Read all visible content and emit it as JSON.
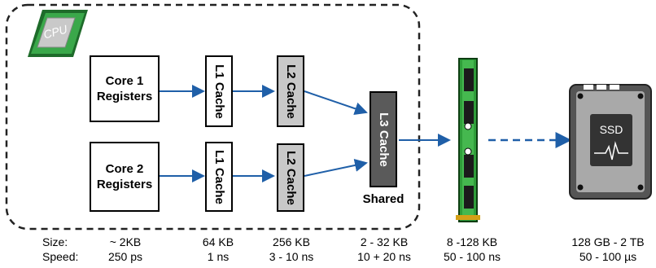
{
  "cpu_label": "CPU",
  "core1": {
    "line1": "Core 1",
    "line2": "Registers"
  },
  "core2": {
    "line1": "Core 2",
    "line2": "Registers"
  },
  "l1_label": "L1 Cache",
  "l2_label": "L2 Cache",
  "l3_label": "L3 Cache",
  "shared_label": "Shared",
  "ssd_label": "SSD",
  "row_labels": {
    "size": "Size:",
    "speed": "Speed:"
  },
  "columns": [
    {
      "size": "~ 2KB",
      "speed": "250 ps"
    },
    {
      "size": "64 KB",
      "speed": "1 ns"
    },
    {
      "size": "256 KB",
      "speed": "3 - 10 ns"
    },
    {
      "size": "2 - 32 KB",
      "speed": "10 + 20 ns"
    },
    {
      "size": "8 -128 KB",
      "speed": "50 - 100 ns"
    },
    {
      "size": "128 GB - 2 TB",
      "speed": "50 - 100 µs"
    }
  ],
  "colors": {
    "arrow": "#1f5fa8",
    "chip_green": "#2f9e3a",
    "l3_fill": "#5a5a5a",
    "l2_fill": "#c8c8c8"
  }
}
